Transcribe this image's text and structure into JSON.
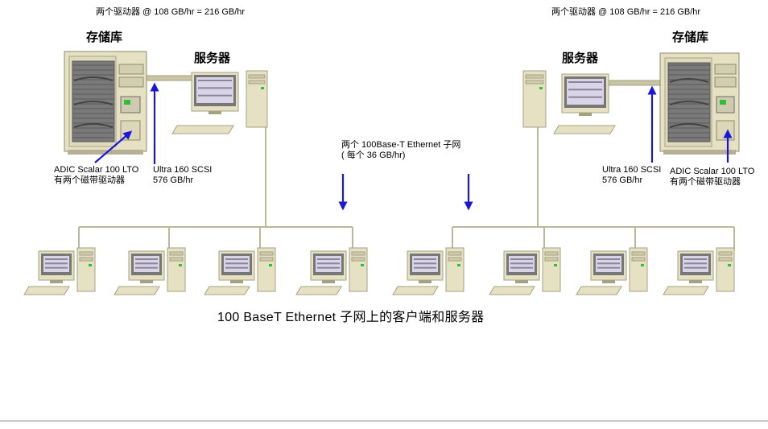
{
  "left": {
    "drives_note": "两个驱动器 @ 108 GB/hr = 216 GB/hr",
    "library_label": "存储库",
    "server_label": "服务器",
    "library_model_line1": "ADIC Scalar 100 LTO",
    "library_model_line2": "有两个磁带驱动器",
    "scsi_line1": "Ultra 160 SCSI",
    "scsi_line2": "576 GB/hr"
  },
  "right": {
    "drives_note": "两个驱动器 @ 108 GB/hr = 216 GB/hr",
    "library_label": "存储库",
    "server_label": "服务器",
    "library_model_line1": "ADIC Scalar 100 LTO",
    "library_model_line2": "有两个磁带驱动器",
    "scsi_line1": "Ultra 160 SCSI",
    "scsi_line2": "576 GB/hr"
  },
  "subnet_note_line1": "两个 100Base-T Ethernet 子网",
  "subnet_note_line2": "( 每个 36 GB/hr)",
  "caption": "100 BaseT  Ethernet  子网上的客户端和服务器",
  "colors": {
    "beige": "#e6e1c3",
    "beige_dark": "#a6a180",
    "cable": "#bcb89a",
    "screen_frame": "#777777",
    "screen": "#d9d4e6",
    "arrow": "#1a17d8"
  }
}
